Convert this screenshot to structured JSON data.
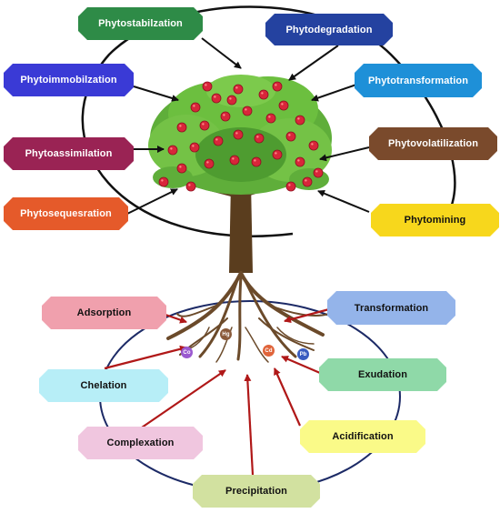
{
  "top_processes": [
    {
      "label": "Phytostabilzation",
      "color": "#2e8b47"
    },
    {
      "label": "Phytodegradation",
      "color": "#2442a0"
    },
    {
      "label": "Phytoimmobilzation",
      "color": "#3a3ad6"
    },
    {
      "label": "Phytotransformation",
      "color": "#1e90d8"
    },
    {
      "label": "Phytoassimilation",
      "color": "#9a2354"
    },
    {
      "label": "Phytovolatilization",
      "color": "#7a4a2c"
    },
    {
      "label": "Phytosequesration",
      "color": "#e55a2a"
    },
    {
      "label": "Phytomining",
      "color": "#f7d71c"
    }
  ],
  "root_processes": [
    {
      "label": "Adsorption",
      "color": "#f0a0ad"
    },
    {
      "label": "Transformation",
      "color": "#94b4ea"
    },
    {
      "label": "Chelation",
      "color": "#b7eef7"
    },
    {
      "label": "Exudation",
      "color": "#8fd9a8"
    },
    {
      "label": "Complexation",
      "color": "#f0c6df"
    },
    {
      "label": "Acidification",
      "color": "#fafa88"
    },
    {
      "label": "Precipitation",
      "color": "#d2e1a0"
    }
  ],
  "metals": [
    {
      "symbol": "Co",
      "color": "#9b59d0"
    },
    {
      "symbol": "Hg",
      "color": "#8a5a3a"
    },
    {
      "symbol": "Cd",
      "color": "#e0643a"
    },
    {
      "symbol": "Pb",
      "color": "#3a5cc0"
    }
  ]
}
